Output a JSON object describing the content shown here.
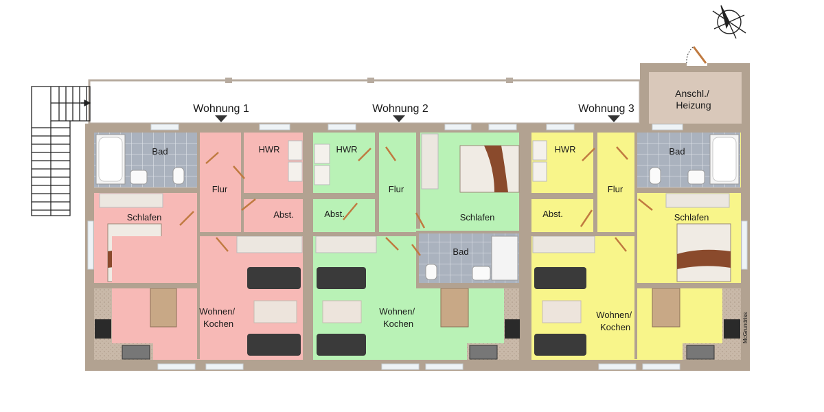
{
  "colors": {
    "unit1": "#f7b9b6",
    "unit2": "#b9f2b6",
    "unit3": "#f8f58a",
    "wall": "#b2a291",
    "utility_room": "#d8c6b8",
    "tile": "#a8b0bc",
    "door": "#c07a40",
    "sofa": "#3a3a3a"
  },
  "apartments": [
    {
      "title": "Wohnung 1",
      "rooms": {
        "bath": "Bad",
        "utility": "HWR",
        "hall": "Flur",
        "storage": "Abst.",
        "bedroom": "Schlafen",
        "living": [
          "Wohnen/",
          "Kochen"
        ]
      }
    },
    {
      "title": "Wohnung 2",
      "rooms": {
        "utility": "HWR",
        "hall": "Flur",
        "storage": "Abst.",
        "bedroom": "Schlafen",
        "bath": "Bad",
        "living": [
          "Wohnen/",
          "Kochen"
        ]
      }
    },
    {
      "title": "Wohnung 3",
      "rooms": {
        "utility": "HWR",
        "bath": "Bad",
        "hall": "Flur",
        "storage": "Abst.",
        "bedroom": "Schlafen",
        "living": [
          "Wohnen/",
          "Kochen"
        ]
      }
    }
  ],
  "annex": [
    "Anschl./",
    "Heizung"
  ],
  "credit": "McGrundriss",
  "icons": {
    "compass": "north-arrow-icon",
    "stairs": "staircase-icon"
  }
}
